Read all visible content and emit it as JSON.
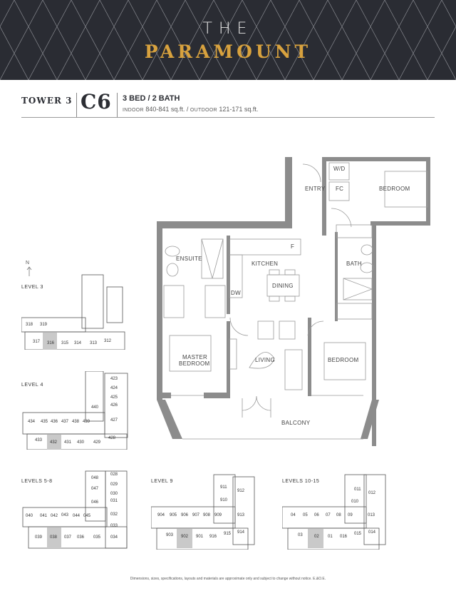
{
  "banner": {
    "line1": "THE",
    "line2": "PARAMOUNT",
    "background": "#2a2c33",
    "accent": "#d8a23e"
  },
  "suite": {
    "tower": "TOWER 3",
    "unit": "C6",
    "beds_baths": "3 BED  / 2 BATH",
    "indoor_label": "INDOOR",
    "indoor_value": "840-841 sq.ft.",
    "separator": "/",
    "outdoor_label": "OUTDOOR",
    "outdoor_value": "121-171 sq.ft."
  },
  "floorplan": {
    "rooms": {
      "entry": "ENTRY",
      "wd": "W/D",
      "fc": "FC",
      "bedroom_top": "BEDROOM",
      "ensuite": "ENSUITE",
      "kitchen": "KITCHEN",
      "fridge": "F",
      "dw": "DW",
      "dining": "DINING",
      "bath": "BATH",
      "master_bedroom_1": "MASTER",
      "master_bedroom_2": "BEDROOM",
      "living": "LIVING",
      "bedroom_right": "BEDROOM",
      "balcony": "BALCONY"
    }
  },
  "north": {
    "label": "N"
  },
  "keyplans": [
    {
      "title": "LEVEL 3",
      "units": [
        "318",
        "319",
        "317",
        "316",
        "315",
        "314",
        "313",
        "312"
      ],
      "highlighted": "316"
    },
    {
      "title": "LEVEL 4",
      "units": [
        "423",
        "424",
        "425",
        "426",
        "440",
        "427",
        "434",
        "435",
        "436",
        "437",
        "438",
        "439",
        "428",
        "433",
        "432",
        "431",
        "430",
        "429"
      ],
      "highlighted": "432"
    },
    {
      "title": "LEVELS 5-8",
      "units": [
        "048",
        "028",
        "029",
        "047",
        "030",
        "046",
        "031",
        "040",
        "041",
        "042",
        "043",
        "044",
        "045",
        "032",
        "033",
        "039",
        "038",
        "037",
        "036",
        "035",
        "034"
      ],
      "highlighted": "038"
    },
    {
      "title": "LEVEL 9",
      "units": [
        "911",
        "912",
        "910",
        "904",
        "905",
        "906",
        "907",
        "908",
        "909",
        "913",
        "903",
        "902",
        "901",
        "916",
        "915",
        "914"
      ],
      "highlighted": "902"
    },
    {
      "title": "LEVELS 10-15",
      "units": [
        "011",
        "012",
        "010",
        "04",
        "05",
        "06",
        "07",
        "08",
        "09",
        "013",
        "03",
        "02",
        "01",
        "016",
        "015",
        "014"
      ],
      "highlighted": "02"
    }
  ],
  "footer": {
    "disclaimer": "Dimensions, sizes, specifications, layouts and materials are approximate only and subject to change without notice. E.&O.E."
  }
}
